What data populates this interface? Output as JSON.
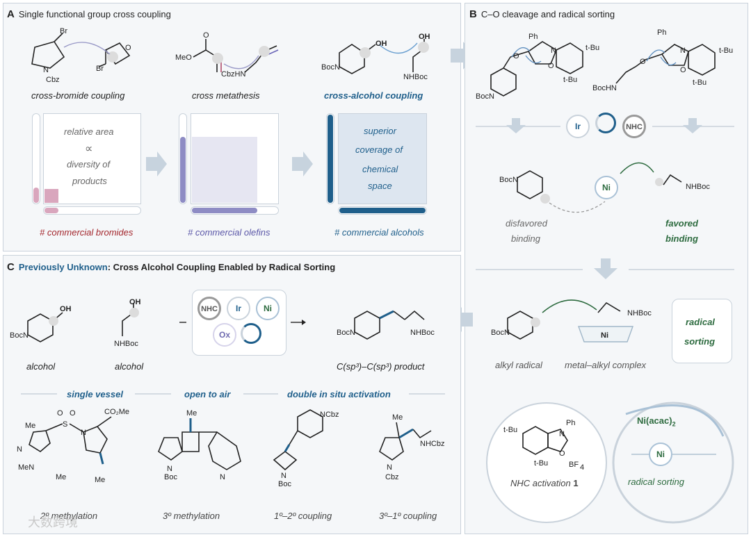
{
  "panel_a": {
    "letter": "A",
    "title": "Single functional group cross coupling",
    "rxn1": "cross-bromide coupling",
    "rxn2": "cross metathesis",
    "rxn3": "cross-alcohol coupling",
    "area_text": [
      "relative area",
      "∝",
      "diversity of",
      "products"
    ],
    "superior_text": [
      "superior",
      "coverage of",
      "chemical",
      "space"
    ],
    "foot1": "# commercial bromides",
    "foot2": "# commercial olefins",
    "foot3": "# commercial alcohols",
    "mol_labels": {
      "br1": "Br",
      "br2": "Br",
      "cbz": "Cbz",
      "n": "N",
      "o": "O",
      "meo": "MeO",
      "cbzhn": "CbzHN",
      "oh1": "OH",
      "oh2": "OH",
      "bocn": "BocN",
      "nhboc": "NHBoc"
    }
  },
  "panel_b": {
    "letter": "B",
    "title": "C–O cleavage and radical sorting",
    "ir": "Ir",
    "nhc": "NHC",
    "ni": "Ni",
    "disfavored": [
      "disfavored",
      "binding"
    ],
    "favored": [
      "favored",
      "binding"
    ],
    "sorting": [
      "radical",
      "sorting"
    ],
    "alkyl_radical": "alkyl radical",
    "metal_alkyl": "metal–alkyl complex",
    "nhc_activation": "NHC activation",
    "nhc_activation_num": "1",
    "ni_acac": "Ni(acac)",
    "ni_acac_sub": "2",
    "radical_sorting": "radical sorting",
    "mol_labels": {
      "ph": "Ph",
      "tbu": "t-Bu",
      "bocn": "BocN",
      "bochn": "BocHN",
      "nhboc": "NHBoc",
      "n": "N",
      "o": "O",
      "bf4": "BF",
      "bf4_sub": "4"
    }
  },
  "panel_c": {
    "letter": "C",
    "title_highlight": "Previously Unknown",
    "title_rest": ": Cross Alcohol Coupling Enabled by Radical Sorting",
    "alcohol1": "alcohol",
    "alcohol2": "alcohol",
    "product": "C(sp³)–C(sp³) product",
    "feat1": "single vessel",
    "feat2": "open to air",
    "feat3": "double in situ activation",
    "cat_nhc": "NHC",
    "cat_ir": "Ir",
    "cat_ni": "Ni",
    "cat_ox": "Ox",
    "ex1": "2º methylation",
    "ex2": "3º methylation",
    "ex3": "1º–2º coupling",
    "ex4": "3º–1º coupling",
    "mol_labels": {
      "oh": "OH",
      "bocn": "BocN",
      "nhboc": "NHBoc",
      "me": "Me",
      "co2me": "CO₂Me",
      "men": "MeN",
      "n": "N",
      "boc": "Boc",
      "cbz": "Cbz",
      "ncbz": "NCbz",
      "nhcbz": "NHCbz",
      "s": "S",
      "o": "O"
    }
  },
  "watermark": "大数跨境",
  "colors": {
    "red": "#a3262c",
    "purple": "#5b57a8",
    "blue": "#1f5f8b",
    "green": "#2d6b3f",
    "pink_fill": "#d9a6bd",
    "lavender_fill": "#e6e6f2",
    "lightblue_fill": "#dde6f0",
    "panel_bg": "#f5f7f9"
  }
}
